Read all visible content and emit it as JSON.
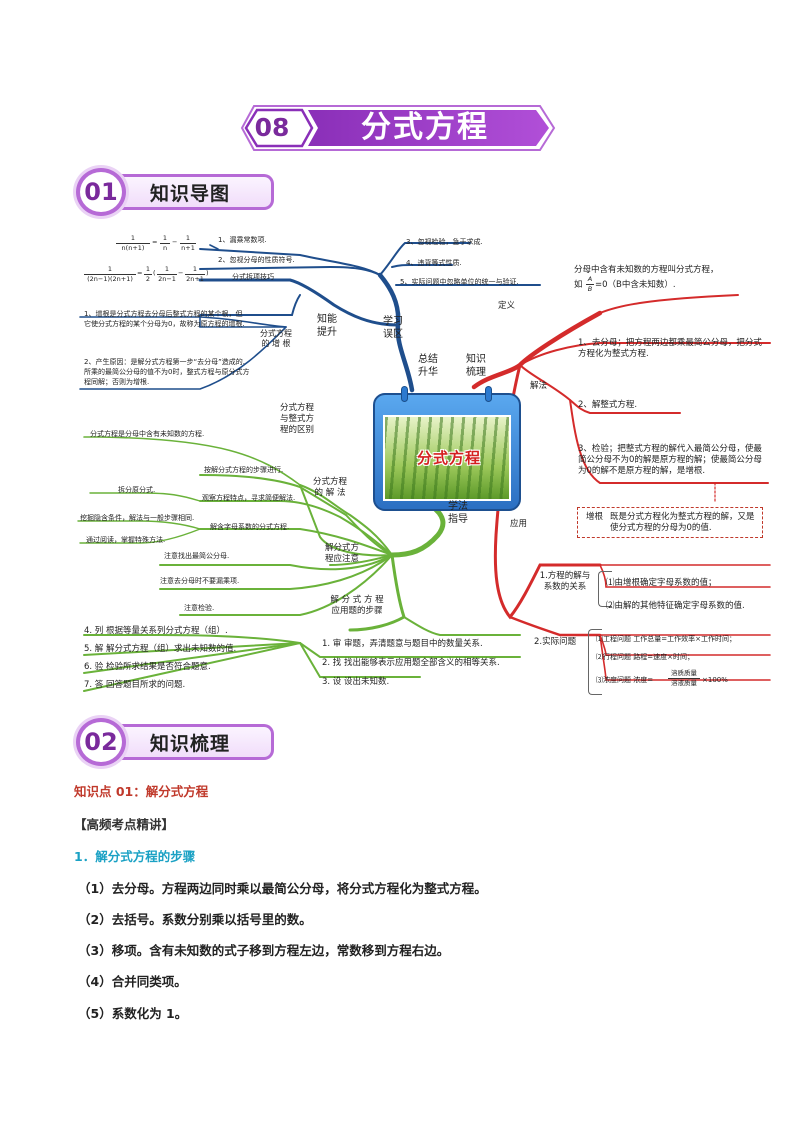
{
  "chapter": {
    "number": "08",
    "title": "分式方程"
  },
  "sections": [
    {
      "number": "01",
      "title": "知识导图"
    },
    {
      "number": "02",
      "title": "知识梳理"
    }
  ],
  "mindmap": {
    "center": "分式方程",
    "colors": {
      "blue": "#1f4e8c",
      "red": "#d42b2b",
      "green": "#6ab23a"
    },
    "summary": {
      "label": "总结\n升华",
      "mistakes": {
        "label": "学习\n误区",
        "items": [
          "3、忽视检验，急于求成.",
          "4、违背等式性质.",
          "5、实际问题中忽略单位的统一与验证."
        ]
      },
      "improve": {
        "label": "知能\n提升",
        "top_items": [
          "1、漏乘常数项.",
          "2、忽视分母的性质符号."
        ],
        "split_label": "分式拆项技巧",
        "formula1": {
          "lhs_num": "1",
          "lhs_den": "n(n+1)",
          "a_num": "1",
          "a_den": "n",
          "b_num": "1",
          "b_den": "n+1"
        },
        "formula2": {
          "lhs_num": "1",
          "lhs_den": "(2n−1)(2n+1)",
          "k_num": "1",
          "k_den": "2",
          "a_num": "1",
          "a_den": "2n−1",
          "b_num": "1",
          "b_den": "2n+1"
        },
        "root_label": "分式方程\n的 增 根",
        "root_items": [
          "1、增根是分式方程去分母后整式方程的某个根，但它使分式方程的某个分母为0，故称为原方程的增根.",
          "2、产生原因：是解分式方程第一步“去分母”造成的.所乘的最简公分母的值不为0时，整式方程与原分式方程同解；否则为增根."
        ]
      }
    },
    "knowledge": {
      "label": "知识\n梳理",
      "definition": {
        "label": "定义",
        "text": "分母中含有未知数的方程叫分式方程，",
        "example_pre": "如",
        "example_num": "A",
        "example_den": "B",
        "example_post": "=0（B中含未知数）."
      },
      "solution": {
        "label": "解法",
        "items": [
          "1、去分母；把方程两边都乘最简公分母，把分式方程化为整式方程.",
          "2、解整式方程.",
          "3、检验；把整式方程的解代入最简公分母，使最简公分母不为0的解是原方程的解；使最简公分母为0的解不是原方程的解，是增根."
        ]
      },
      "note": {
        "key": "增根",
        "text": "既是分式方程化为整式方程的解，又是使分式方程的分母为0的值."
      },
      "application": {
        "label": "应用",
        "param": {
          "label": "1.方程的解与\n系数的关系",
          "items": [
            "⑴由增根确定字母系数的值；",
            "⑵由解的其他特征确定字母系数的值."
          ]
        },
        "practical": {
          "label": "2.实际问题",
          "items": [
            "⑴工程问题 工作总量=工作效率×工作时间；",
            "⑵行程问题 路程=速度×时间；"
          ],
          "concentration_pre": "⑶浓度问题 浓度=",
          "concentration_num": "溶质质量",
          "concentration_den": "溶液质量",
          "concentration_post": "×100%"
        }
      }
    },
    "method": {
      "label": "学法\n指导",
      "diff": {
        "label": "分式方程\n与整式方\n程的区别",
        "text": "分式方程是分母中含有未知数的方程."
      },
      "solve": {
        "label": "分式方程\n的 解 法",
        "items": [
          "按解分式方程的步骤进行.",
          "观察方程特点，寻求简便解法.",
          "解含字母系数的分式方程."
        ],
        "sub_a": "拆分原分式.",
        "sub_b": "挖掘隐含条件，解法与一般步骤相同.",
        "sub_c": "通过阅读，掌握特殊方法."
      },
      "caution": {
        "label": "解分式方\n程应注意",
        "items": [
          "注意找出最简公分母.",
          "注意去分母时不要漏乘项.",
          "注意检验."
        ]
      },
      "steps": {
        "label": "解 分 式 方 程\n应用题的步骤",
        "right": [
          "1. 审  审题，弄清题意与题目中的数量关系.",
          "2. 找  找出能够表示应用题全部含义的相等关系.",
          "3. 设  设出未知数."
        ],
        "left": [
          "4. 列  根据等量关系列分式方程（组）.",
          "5. 解  解分式方程（组）求出未知数的值.",
          "6. 验  检验所求结果是否符合题意.",
          "7. 答  回答题目所求的问题."
        ]
      }
    }
  },
  "body": {
    "knowledge_point": "知识点 01：解分式方程",
    "bracket_heading": "【高频考点精讲】",
    "subheading": "1．解分式方程的步骤",
    "steps": [
      "（1）去分母。方程两边同时乘以最简公分母，将分式方程化为整式方程。",
      "（2）去括号。系数分别乘以括号里的数。",
      "（3）移项。含有未知数的式子移到方程左边，常数移到方程右边。",
      "（4）合并同类项。",
      "（5）系数化为 1。"
    ]
  }
}
